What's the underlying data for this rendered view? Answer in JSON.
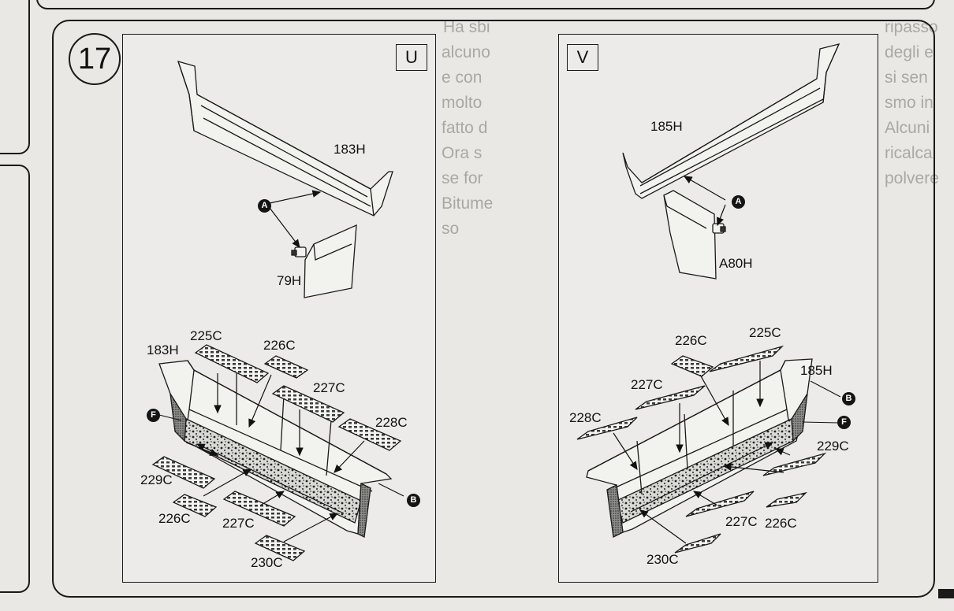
{
  "step_number": "17",
  "views": {
    "left": "U",
    "right": "V"
  },
  "markers": {
    "a": "A",
    "b": "B",
    "f": "F"
  },
  "panel_u": {
    "grill_top": "183H",
    "bracket": "79H",
    "grill_bottom": "183H",
    "p225": "225C",
    "p226a": "226C",
    "p227a": "227C",
    "p228": "228C",
    "p229": "229C",
    "p226b": "226C",
    "p227b": "227C",
    "p230": "230C"
  },
  "panel_v": {
    "grill_top": "185H",
    "bracket": "A80H",
    "grill_bottom": "185H",
    "p226a": "226C",
    "p225": "225C",
    "p227a": "227C",
    "p228": "228C",
    "p229": "229C",
    "p227b": "227C",
    "p226b": "226C",
    "p230": "230C"
  },
  "bleed_through": [
    "Ha sbi",
    "alcuno",
    "e con",
    "molto",
    "fatto d",
    "Ora s",
    "se for",
    "Bitume",
    "so",
    "ripasso",
    "degli e",
    "si sen",
    "smo in",
    "Alcuni",
    "ricalca",
    "polvere"
  ]
}
